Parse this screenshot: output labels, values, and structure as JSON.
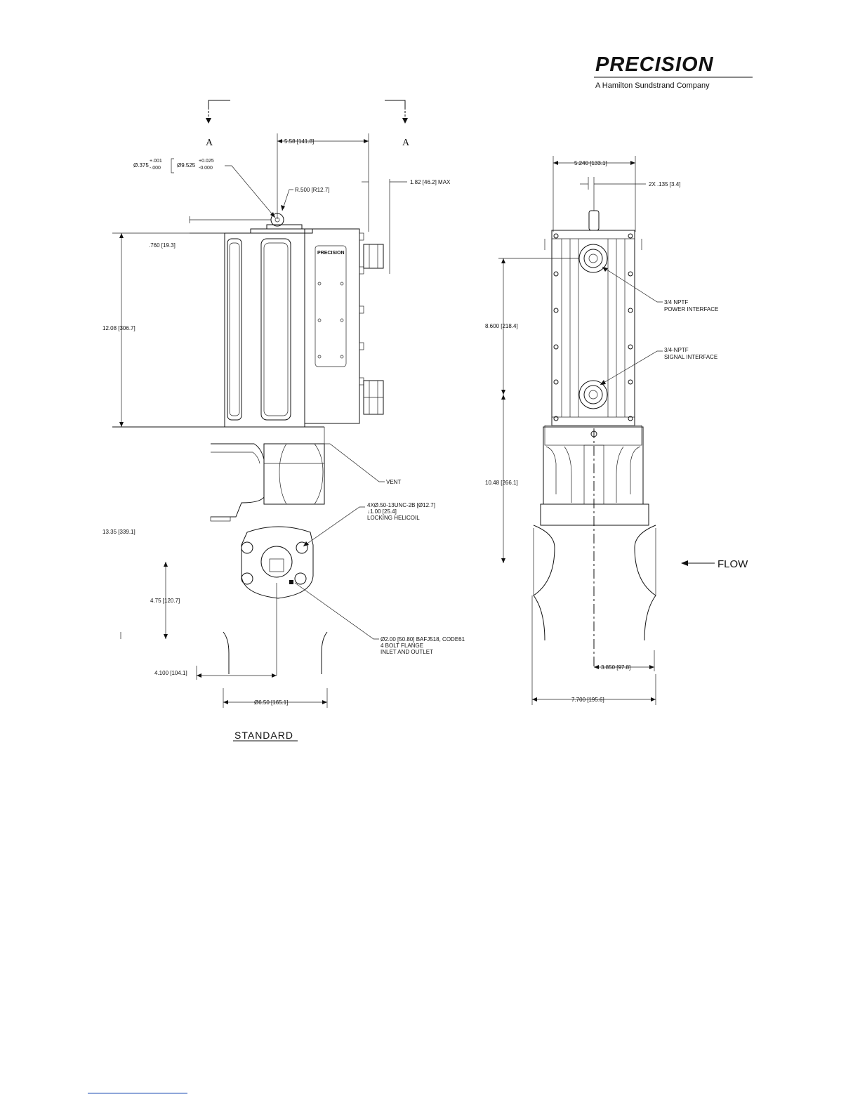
{
  "brand": {
    "logo_text": "PRECISION",
    "tagline": "A Hamilton Sundstrand Company"
  },
  "section_marks": {
    "left": "A",
    "right": "A"
  },
  "side_view": {
    "dim_width_top": "5.58 [141.8]",
    "dim_pin_dia_main": "Ø.375",
    "dim_pin_tol_plus": "+.001",
    "dim_pin_tol_minus": "-.000",
    "dim_pin_dia_metric": "Ø9.525",
    "dim_pin_metric_plus": "+0.025",
    "dim_pin_metric_minus": "-0.000",
    "dim_radius": "R.500 [R12.7]",
    "dim_connector_max": "1.82 [46.2] MAX",
    "dim_top_offset": ".760 [19.3]",
    "dim_height": "12.08 [306.7]",
    "dim_total_height": "13.35 [339.1]",
    "dim_port_height": "4.75 [120.7]",
    "dim_port_offset": "4.100 [104.1]",
    "dim_flange_width": "Ø6.50 [165.1]",
    "label_vent": "VENT",
    "bolt_note": [
      "4XØ.50-13UNC-2B [Ø12.7]",
      "↓1.00 [25.4]",
      "LOCKING HELICOIL"
    ],
    "flange_note": [
      "Ø2.00 [50.80] BAFJ518, CODE61",
      "4 BOLT FLANGE",
      "INLET AND OUTLET"
    ],
    "nameplate_text": "PRECISION",
    "caption": "STANDARD"
  },
  "front_view": {
    "dim_width": "5.240 [133.1]",
    "dim_pin": "2X .135 [3.4]",
    "dim_upper": "8.600 [218.4]",
    "dim_lower": "10.48 [266.1]",
    "dim_center_offset": "3.850 [97.8]",
    "dim_total_width": "7.700 [195.6]",
    "power_note": [
      "3/4 NPTF",
      "POWER INTERFACE"
    ],
    "signal_note": [
      "3/4-NPTF",
      "SIGNAL INTERFACE"
    ],
    "flow_label": "FLOW"
  },
  "colors": {
    "ink": "#111111",
    "footer_link": "#1f4fb5"
  }
}
